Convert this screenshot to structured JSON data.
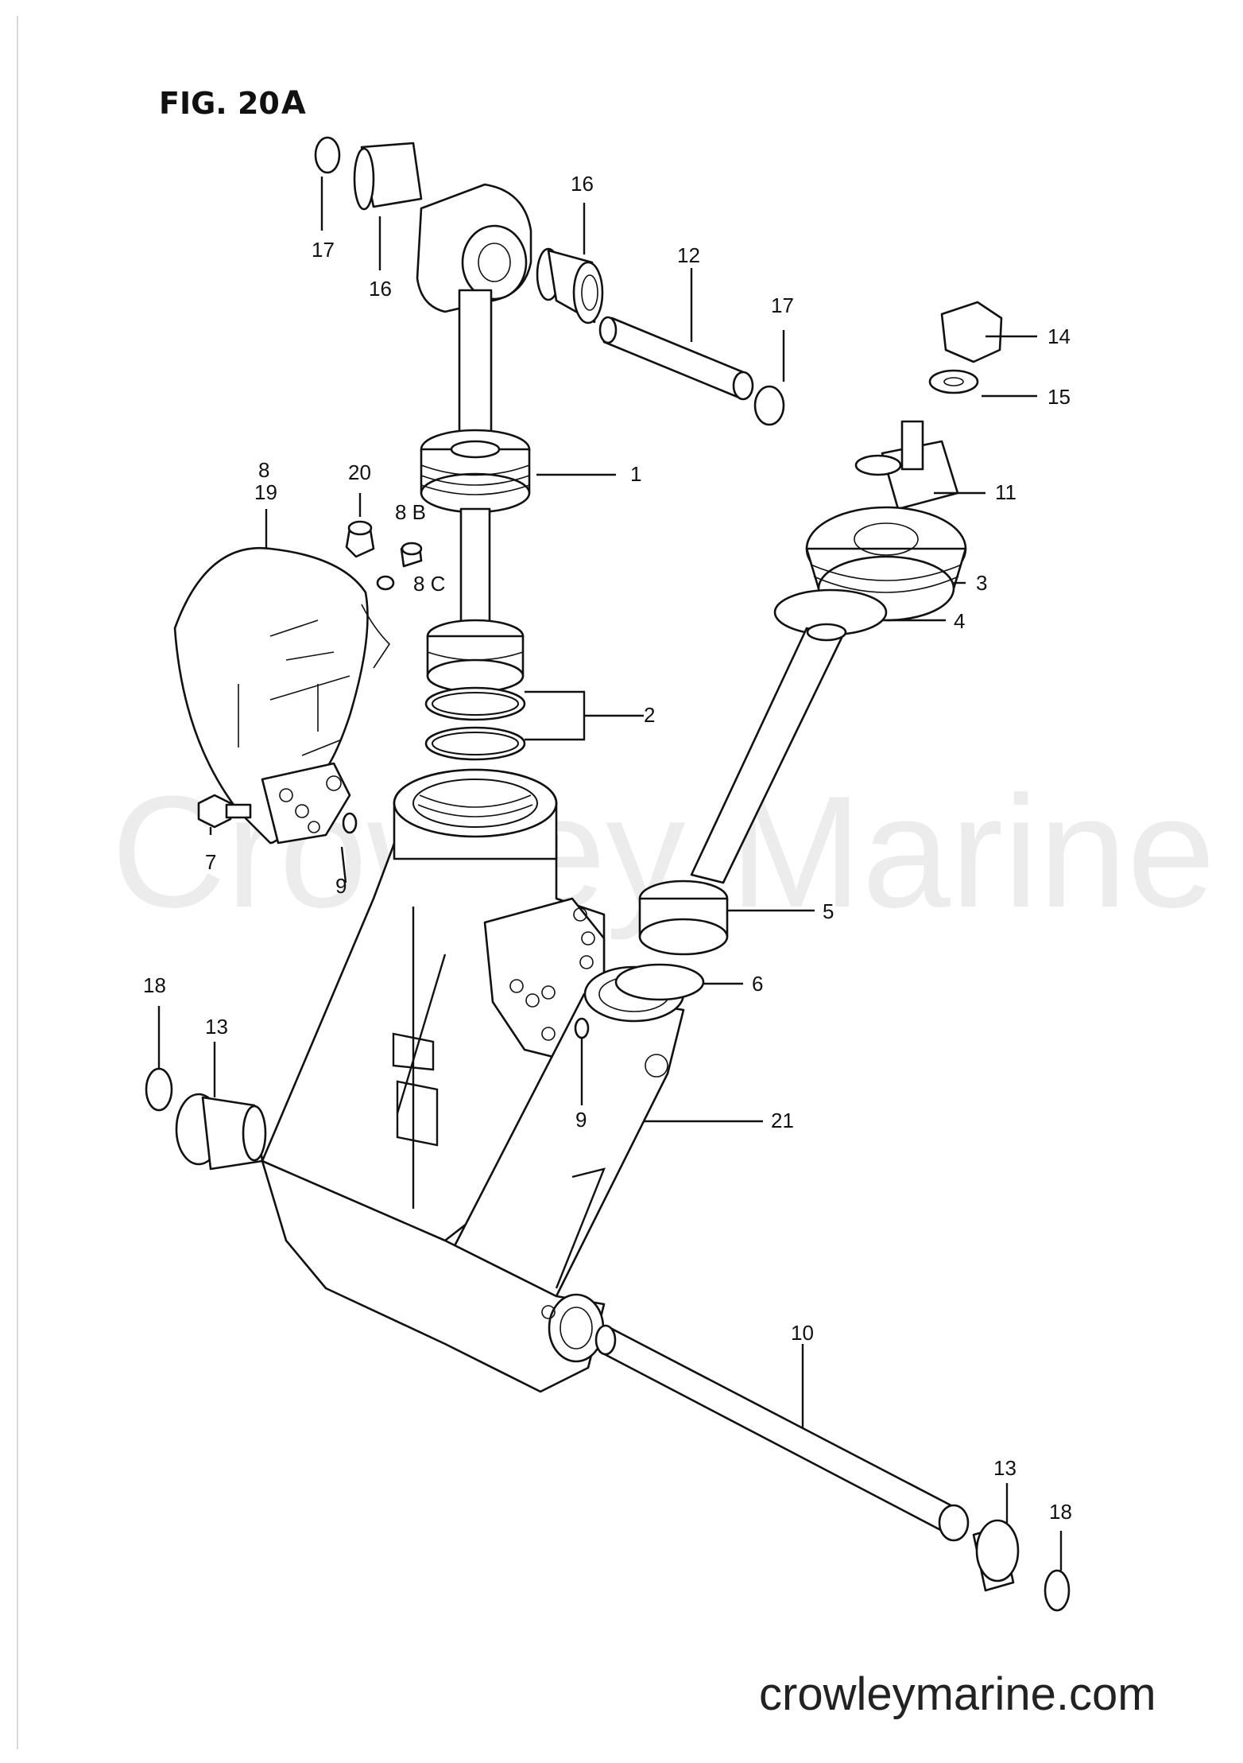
{
  "figure": {
    "title": "FIG. 20",
    "title_suffix": "A"
  },
  "watermark": "Crowley Marine",
  "website": "crowleymarine.com",
  "callouts": [
    {
      "id": "c1",
      "text": "1"
    },
    {
      "id": "c2",
      "text": "2"
    },
    {
      "id": "c3",
      "text": "3"
    },
    {
      "id": "c4",
      "text": "4"
    },
    {
      "id": "c5",
      "text": "5"
    },
    {
      "id": "c6",
      "text": "6"
    },
    {
      "id": "c7",
      "text": "7"
    },
    {
      "id": "c8",
      "text": "8"
    },
    {
      "id": "c8b",
      "text": "8 B"
    },
    {
      "id": "c8c",
      "text": "8 C"
    },
    {
      "id": "c9a",
      "text": "9"
    },
    {
      "id": "c9b",
      "text": "9"
    },
    {
      "id": "c10",
      "text": "10"
    },
    {
      "id": "c11",
      "text": "11"
    },
    {
      "id": "c12",
      "text": "12"
    },
    {
      "id": "c13a",
      "text": "13"
    },
    {
      "id": "c13b",
      "text": "13"
    },
    {
      "id": "c14",
      "text": "14"
    },
    {
      "id": "c15",
      "text": "15"
    },
    {
      "id": "c16a",
      "text": "16"
    },
    {
      "id": "c16b",
      "text": "16"
    },
    {
      "id": "c17a",
      "text": "17"
    },
    {
      "id": "c17b",
      "text": "17"
    },
    {
      "id": "c18a",
      "text": "18"
    },
    {
      "id": "c18b",
      "text": "18"
    },
    {
      "id": "c19",
      "text": "19"
    },
    {
      "id": "c20",
      "text": "20"
    },
    {
      "id": "c21",
      "text": "21"
    }
  ]
}
